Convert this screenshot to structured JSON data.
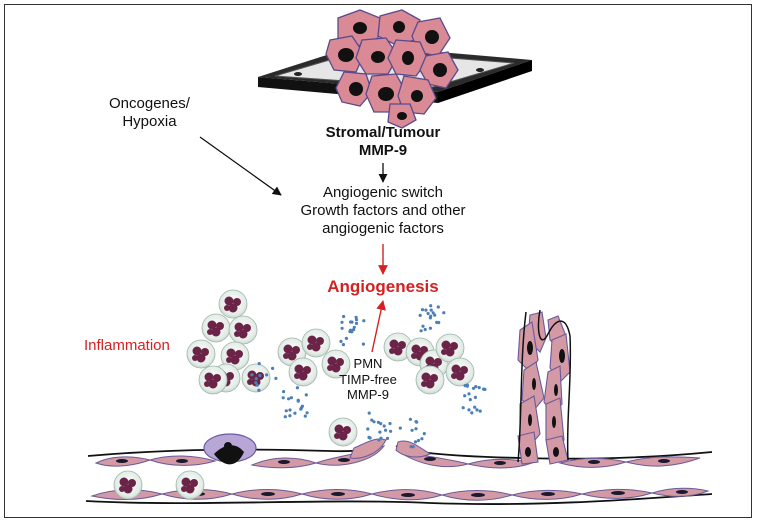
{
  "labels": {
    "oncogenes_line1": "Oncogenes/",
    "oncogenes_line2": "Hypoxia",
    "stromal_line1": "Stromal/Tumour",
    "stromal_line2": "MMP-9",
    "switch_line1": "Angiogenic switch",
    "switch_line2": "Growth factors and other",
    "switch_line3": "angiogenic factors",
    "angiogenesis": "Angiogenesis",
    "inflammation": "Inflammation",
    "pmn_line1": "PMN",
    "pmn_line2": "TIMP-free",
    "pmn_line3": "MMP-9"
  },
  "colors": {
    "cell_fill": "#d98a95",
    "cell_stroke": "#5a4a8c",
    "nucleus": "#111111",
    "accent_red": "#d42222",
    "platform": "#2b2b2b",
    "granule": "#4a7fb8",
    "pmn_nucleus": "#6b2447",
    "pmn_halo": "#dfe9e4",
    "vessel_cell": "#d39aa6"
  }
}
